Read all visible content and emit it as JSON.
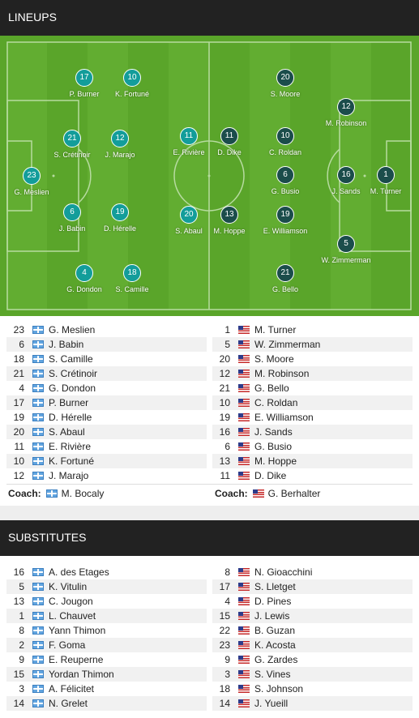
{
  "lineups_title": "LINEUPS",
  "substitutes_title": "SUBSTITUTES",
  "colors": {
    "header_bg": "#222222",
    "pitch": "#5aa52a",
    "home_marker": "#139d9a",
    "away_marker": "#1b4d4b"
  },
  "home": {
    "flag_icon": "guadeloupe-flag-icon",
    "lineup": [
      {
        "number": "23",
        "name": "G. Meslien"
      },
      {
        "number": "6",
        "name": "J. Babin"
      },
      {
        "number": "18",
        "name": "S. Camille"
      },
      {
        "number": "21",
        "name": "S. Crétinoir"
      },
      {
        "number": "4",
        "name": "G. Dondon"
      },
      {
        "number": "17",
        "name": "P. Burner"
      },
      {
        "number": "19",
        "name": "D. Hérelle"
      },
      {
        "number": "20",
        "name": "S. Abaul"
      },
      {
        "number": "11",
        "name": "E. Rivière"
      },
      {
        "number": "10",
        "name": "K. Fortuné"
      },
      {
        "number": "12",
        "name": "J. Marajo"
      }
    ],
    "coach_label": "Coach:",
    "coach": "M. Bocaly",
    "substitutes": [
      {
        "number": "16",
        "name": "A. des Etages"
      },
      {
        "number": "5",
        "name": "K. Vitulin"
      },
      {
        "number": "13",
        "name": "C. Jougon"
      },
      {
        "number": "1",
        "name": "L. Chauvet"
      },
      {
        "number": "8",
        "name": "Yann Thimon"
      },
      {
        "number": "2",
        "name": "F. Goma"
      },
      {
        "number": "9",
        "name": "E. Reuperne"
      },
      {
        "number": "15",
        "name": "Yordan Thimon"
      },
      {
        "number": "3",
        "name": "A. Félicitet"
      },
      {
        "number": "14",
        "name": "N. Grelet"
      }
    ]
  },
  "away": {
    "flag_icon": "usa-flag-icon",
    "lineup": [
      {
        "number": "1",
        "name": "M. Turner"
      },
      {
        "number": "5",
        "name": "W. Zimmerman"
      },
      {
        "number": "20",
        "name": "S. Moore"
      },
      {
        "number": "12",
        "name": "M. Robinson"
      },
      {
        "number": "21",
        "name": "G. Bello"
      },
      {
        "number": "10",
        "name": "C. Roldan"
      },
      {
        "number": "19",
        "name": "E. Williamson"
      },
      {
        "number": "16",
        "name": "J. Sands"
      },
      {
        "number": "6",
        "name": "G. Busio"
      },
      {
        "number": "13",
        "name": "M. Hoppe"
      },
      {
        "number": "11",
        "name": "D. Dike"
      }
    ],
    "coach_label": "Coach:",
    "coach": "G. Berhalter",
    "substitutes": [
      {
        "number": "8",
        "name": "N. Gioacchini"
      },
      {
        "number": "17",
        "name": "S. Lletget"
      },
      {
        "number": "4",
        "name": "D. Pines"
      },
      {
        "number": "15",
        "name": "J. Lewis"
      },
      {
        "number": "22",
        "name": "B. Guzan"
      },
      {
        "number": "23",
        "name": "K. Acosta"
      },
      {
        "number": "9",
        "name": "G. Zardes"
      },
      {
        "number": "3",
        "name": "S. Vines"
      },
      {
        "number": "18",
        "name": "S. Johnson"
      },
      {
        "number": "14",
        "name": "J. Yueill"
      }
    ]
  }
}
